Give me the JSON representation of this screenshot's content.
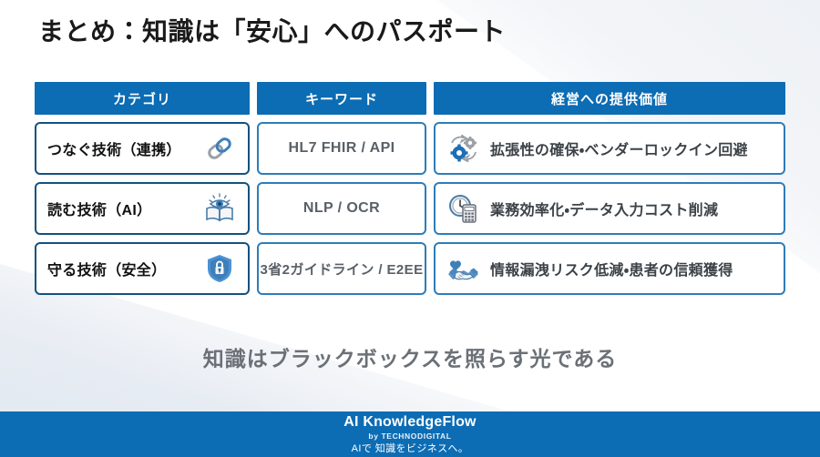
{
  "slide": {
    "title": "まとめ：知識は「安心」へのパスポート",
    "tagline": "知識はブラックボックスを照らす光である"
  },
  "colors": {
    "header_blue": "#0C6CB4",
    "cell_border": "#2E7DB8",
    "cell_border_dark": "#14527F",
    "title_text": "#1a1a1a",
    "tagline_text": "#6b7077",
    "keyword_text": "#5a6068",
    "value_text": "#3c4248",
    "footer_blue": "#0C6CB4"
  },
  "table": {
    "headers": [
      {
        "label": "カテゴリ"
      },
      {
        "label": "キーワード"
      },
      {
        "label": "経営への提供価値"
      }
    ],
    "rows": [
      {
        "category": "つなぐ技術（連携）",
        "category_icon": "chain-link-icon",
        "keyword": "HL7 FHIR / API",
        "value": "拡張性の確保・ベンダーロックイン回避",
        "value_icon": "gears-refresh-icon"
      },
      {
        "category": "読む技術（AI）",
        "category_icon": "open-book-eye-icon",
        "keyword": "NLP / OCR",
        "value": "業務効率化・データ入力コスト削減",
        "value_icon": "clock-calculator-icon"
      },
      {
        "category": "守る技術（安全）",
        "category_icon": "shield-lock-icon",
        "keyword": "3省2ガイドライン / E2EE",
        "value": "情報漏洩リスク低減・患者の信頼獲得",
        "value_icon": "handshake-heart-icon"
      }
    ]
  },
  "footer": {
    "brand": "AI KnowledgeFlow",
    "by": "by TECHNODIGITAL",
    "tagline": "AIで 知識をビジネスへ。"
  }
}
